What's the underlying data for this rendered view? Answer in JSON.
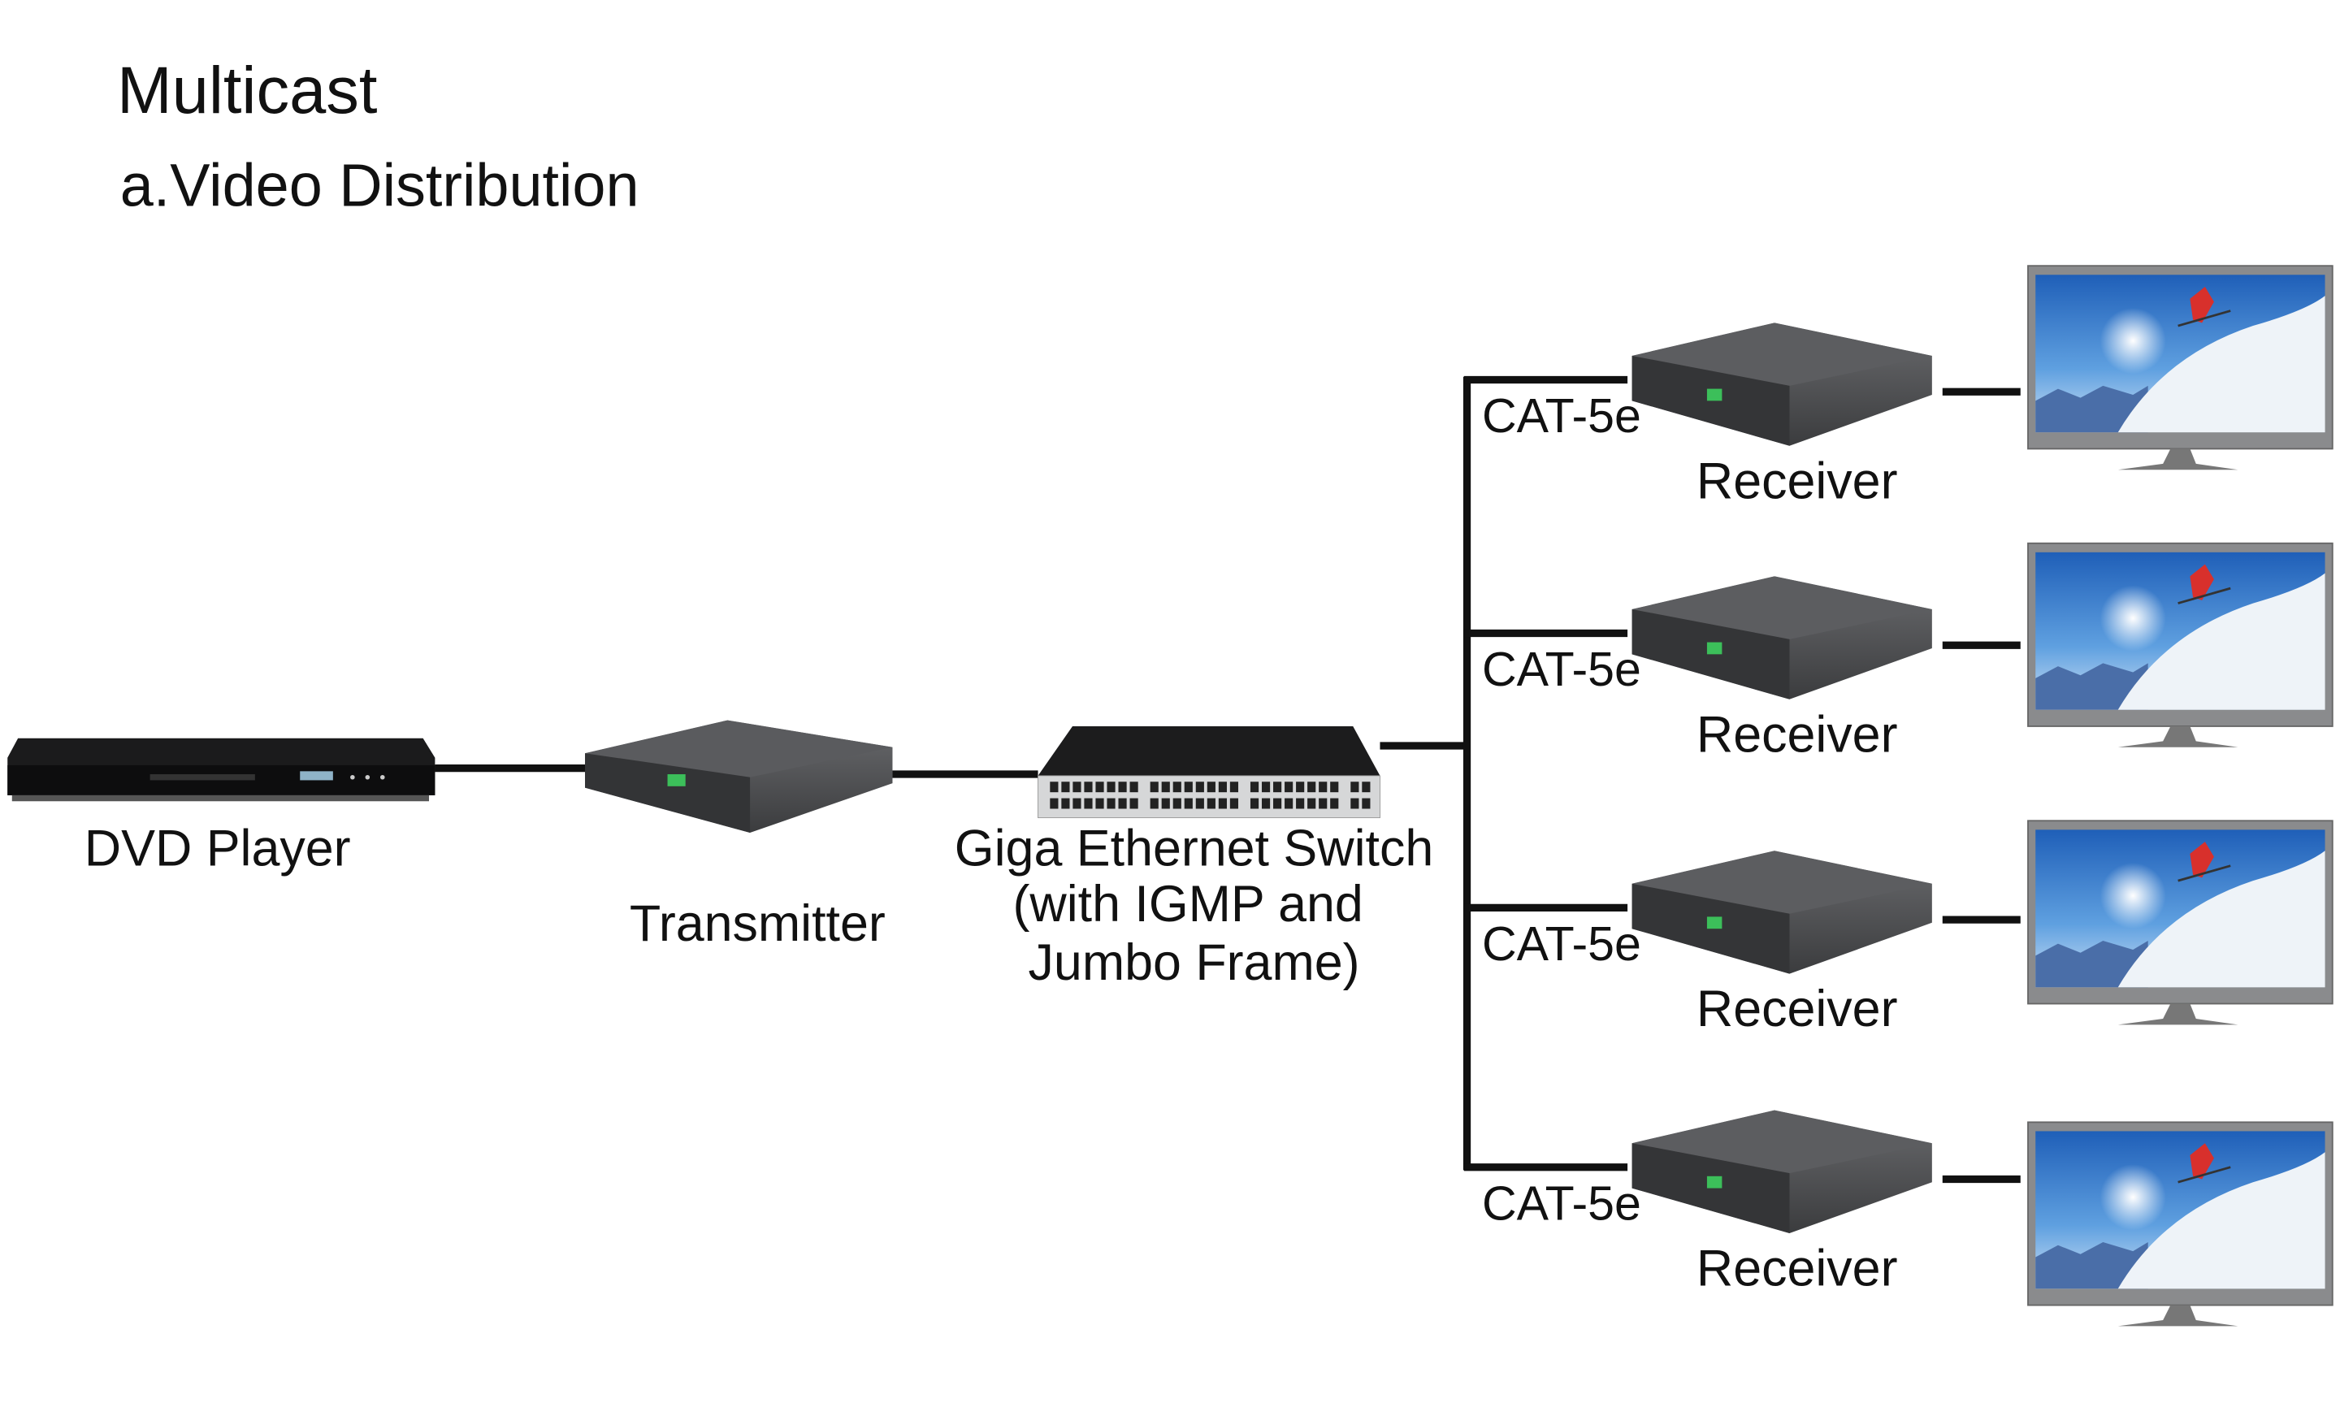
{
  "title": "Multicast",
  "subtitle": "a.Video Distribution",
  "source": {
    "label": "DVD Player"
  },
  "transmitter": {
    "label": "Transmitter"
  },
  "switch": {
    "lines": [
      "Giga Ethernet Switch",
      "(with IGMP and",
      "Jumbo Frame)"
    ]
  },
  "branches": [
    {
      "cable": "CAT-5e",
      "receiver": "Receiver"
    },
    {
      "cable": "CAT-5e",
      "receiver": "Receiver"
    },
    {
      "cable": "CAT-5e",
      "receiver": "Receiver"
    },
    {
      "cable": "CAT-5e",
      "receiver": "Receiver"
    }
  ],
  "colors": {
    "device": "#4a4b4d",
    "line": "#111111",
    "screen_sky": "#2a6fc4",
    "skier": "#d8302c"
  },
  "icons": [
    "dvd-player-icon",
    "transmitter-icon",
    "network-switch-icon",
    "receiver-icon",
    "tv-monitor-icon"
  ]
}
